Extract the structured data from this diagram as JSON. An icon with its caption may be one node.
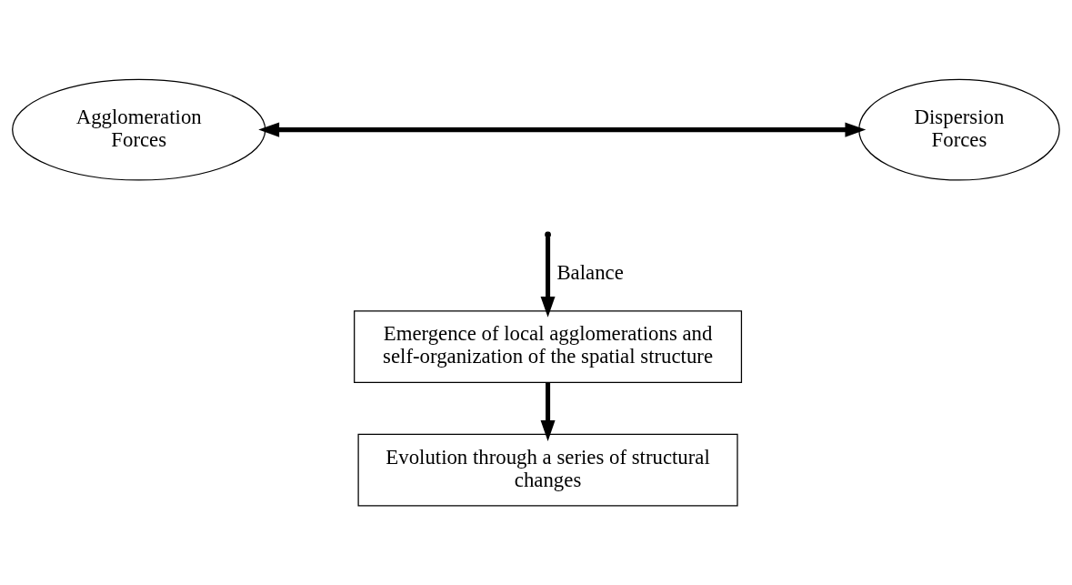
{
  "diagram": {
    "nodes": [
      {
        "text": [
          "Agglomeration Forces"
        ]
      },
      {
        "text": [
          "Dispersion Forces"
        ]
      },
      {
        "text": [
          "Emergence of local agglomerations and self-organization of the spatial structure"
        ]
      },
      {
        "text": [
          "Evolution through a series of structural changes"
        ]
      }
    ],
    "edges": [
      {
        "from": 0,
        "to": 1,
        "arrow": "both"
      },
      {
        "from": null,
        "to": 2,
        "arrow": "to",
        "label": "Balance"
      },
      {
        "from": 2,
        "to": 3,
        "arrow": "to"
      }
    ]
  }
}
